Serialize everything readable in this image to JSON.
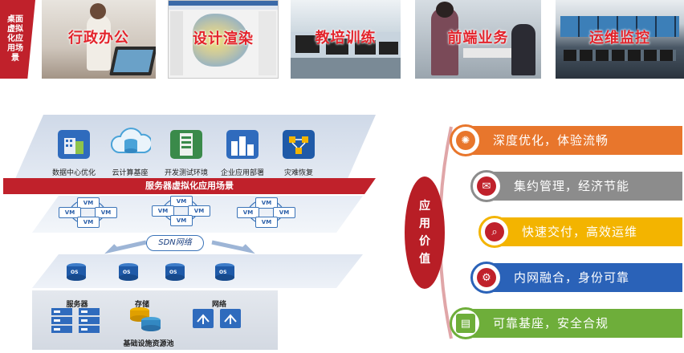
{
  "scenarios": {
    "title": "桌面虚拟化应用场景",
    "items": [
      {
        "label": "行政办公"
      },
      {
        "label": "设计渲染"
      },
      {
        "label": "教培训练"
      },
      {
        "label": "前端业务"
      },
      {
        "label": "运维监控"
      }
    ]
  },
  "server_scenarios": {
    "banner": "服务器虚拟化应用场景",
    "apps": [
      {
        "label": "数据中心优化",
        "color": "#2f6bbd"
      },
      {
        "label": "云计算基座",
        "color": "#4aa3d8"
      },
      {
        "label": "开发测试环境",
        "color": "#3a8a4a"
      },
      {
        "label": "企业应用部署",
        "color": "#2f6bbd"
      },
      {
        "label": "灾难恢复",
        "color": "#1f5aa8"
      }
    ],
    "vm_label": "VM",
    "sdn_label": "SDN网络",
    "disk_label": "OS",
    "infra": {
      "title": "基础设施资源池",
      "items": [
        {
          "label": "服务器"
        },
        {
          "label": "存储"
        },
        {
          "label": "网络"
        }
      ]
    }
  },
  "values": {
    "title": "应用价值",
    "items": [
      {
        "text": "深度优化，体验流畅",
        "color": "#e8762c",
        "icon": "lightbulb-icon"
      },
      {
        "text": "集约管理，经济节能",
        "color": "#8c8c8c",
        "icon": "mail-icon"
      },
      {
        "text": "快速交付，高效运维",
        "color": "#f3b400",
        "icon": "search-icon"
      },
      {
        "text": "内网融合，身份可靠",
        "color": "#2a62b8",
        "icon": "gear-icon"
      },
      {
        "text": "可靠基座，安全合规",
        "color": "#6eae3a",
        "icon": "document-icon"
      }
    ]
  }
}
